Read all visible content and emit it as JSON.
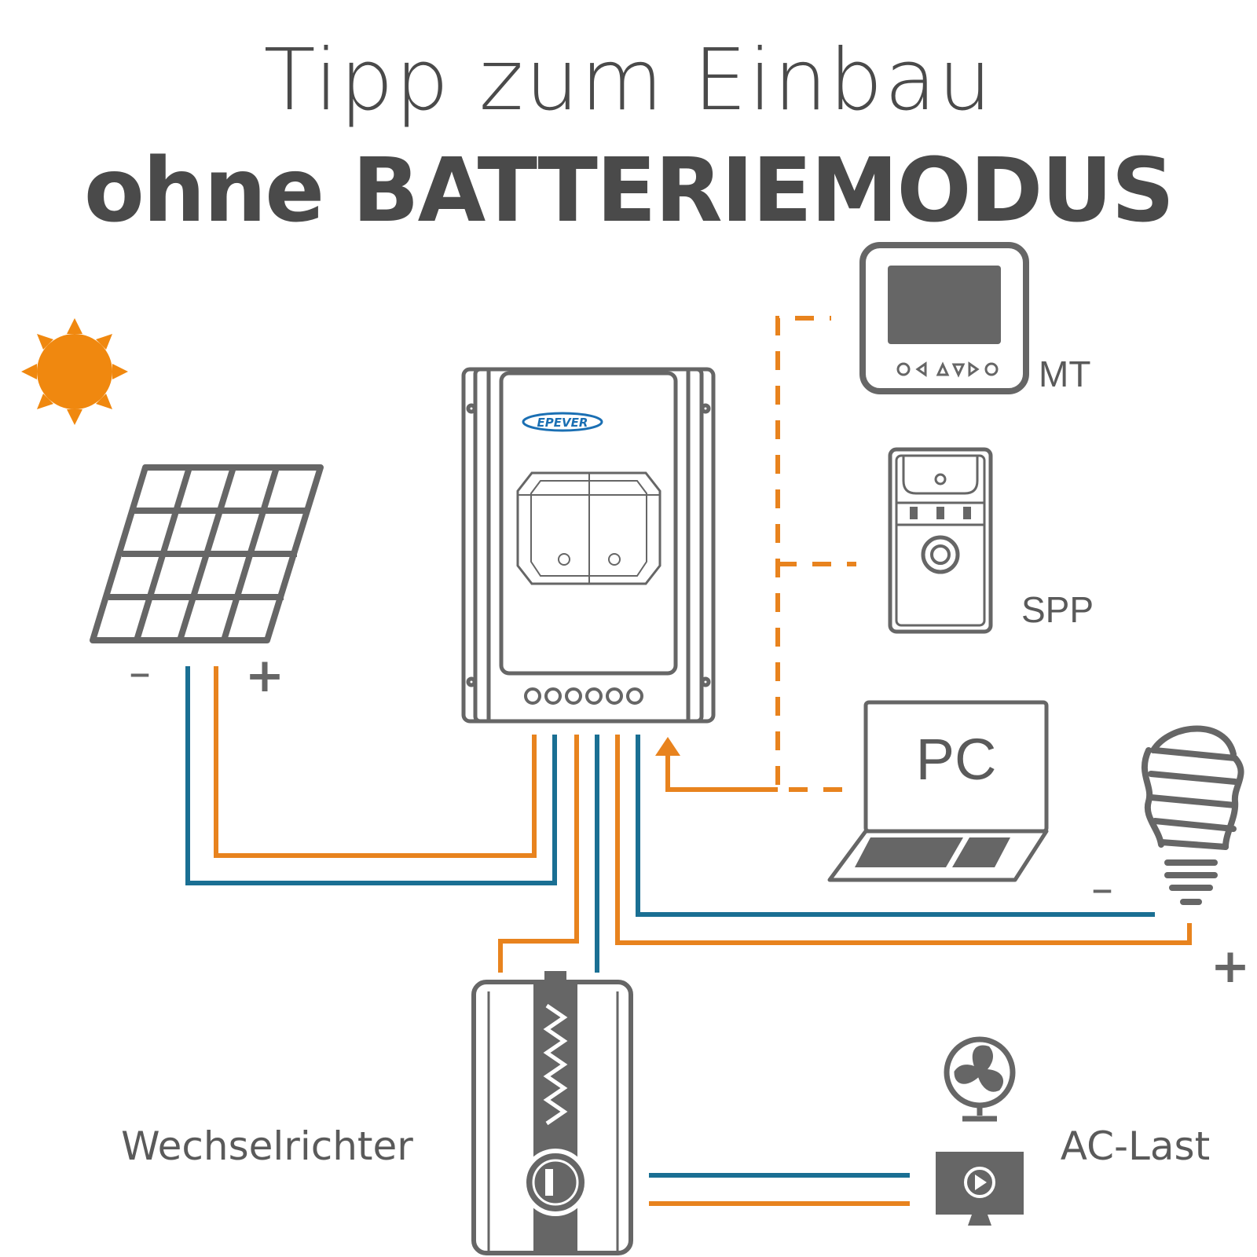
{
  "title": {
    "line1": "Tipp zum Einbau",
    "line2": "ohne BATTERIEMODUS"
  },
  "controller": {
    "brand": "EPEVER"
  },
  "labels": {
    "mt": "MT",
    "spp": "SPP",
    "pc": "PC",
    "inverter": "Wechselrichter",
    "ac_load": "AC-Last",
    "panel_minus": "–",
    "panel_plus": "+",
    "load_minus": "–",
    "load_plus": "+"
  },
  "colors": {
    "positive": "#e8831e",
    "negative": "#1a6f93",
    "outline": "#666666",
    "sun": "#f0880f",
    "text": "#4a4a4a"
  },
  "icons": [
    "sun-icon",
    "solar-panel-icon",
    "charge-controller-icon",
    "mt-remote-meter-icon",
    "spp-device-icon",
    "laptop-pc-icon",
    "light-bulb-icon",
    "inverter-icon",
    "fan-icon",
    "monitor-icon"
  ]
}
